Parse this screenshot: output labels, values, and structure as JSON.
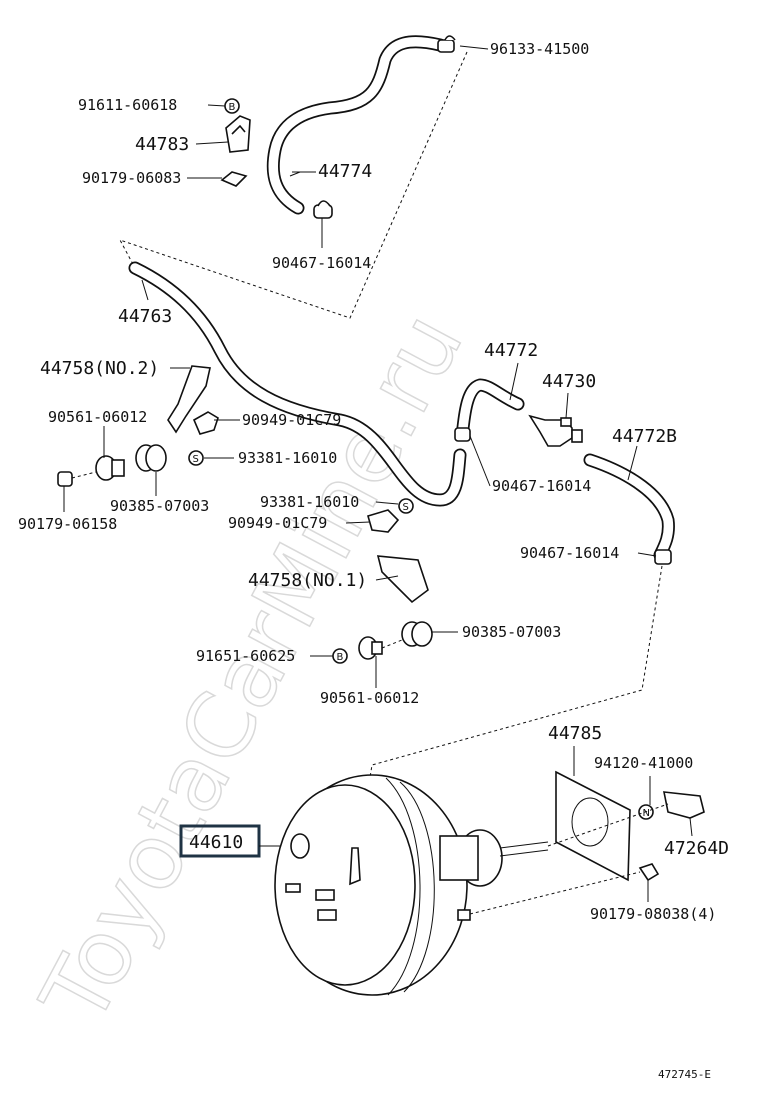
{
  "diagram_code": "472745-E",
  "watermark": "ToyotaCarMine.ru",
  "parts": {
    "p96133_41500": "96133-41500",
    "p91611_60618": "91611-60618",
    "p44783": "44783",
    "p44774": "44774",
    "p90179_06083": "90179-06083",
    "p90467_16014_top": "90467-16014",
    "p44763": "44763",
    "p44758_no2": "44758(NO.2)",
    "p90561_06012_left": "90561-06012",
    "p90949_01C79_upper": "90949-01C79",
    "p93381_16010_upper": "93381-16010",
    "p90385_07003_left": "90385-07003",
    "p90179_06158": "90179-06158",
    "p44772": "44772",
    "p44730": "44730",
    "p44772B": "44772B",
    "p90467_16014_mid": "90467-16014",
    "p93381_16010_lower": "93381-16010",
    "p90949_01C79_lower": "90949-01C79",
    "p90467_16014_right": "90467-16014",
    "p44758_no1": "44758(NO.1)",
    "p90385_07003_right": "90385-07003",
    "p91651_60625": "91651-60625",
    "p90561_06012_lower": "90561-06012",
    "p44785": "44785",
    "p94120_41000": "94120-41000",
    "p44610": "44610",
    "p47264D": "47264D",
    "p90179_08038": "90179-08038(4)"
  },
  "symbols": {
    "bolt": "B",
    "nut": "N",
    "screw": "S"
  },
  "highlight_color": "#1f3344"
}
